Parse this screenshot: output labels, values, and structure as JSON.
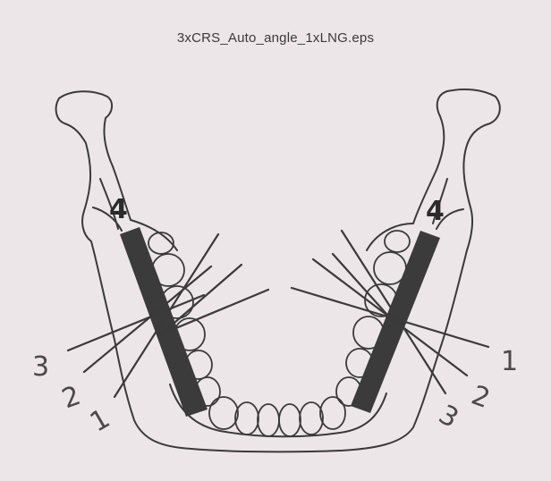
{
  "figure": {
    "filename": "3xCRS_Auto_angle_1xLNG.eps",
    "left_labels": {
      "region": "4",
      "beam_3": "3",
      "beam_2": "2",
      "beam_1": "1"
    },
    "right_labels": {
      "region": "4",
      "beam_1": "1",
      "beam_2": "2",
      "beam_3": "3"
    }
  },
  "colors": {
    "background": "#ece6e8",
    "ink": "#3a3a3a",
    "bar": "#3b3b3b"
  }
}
